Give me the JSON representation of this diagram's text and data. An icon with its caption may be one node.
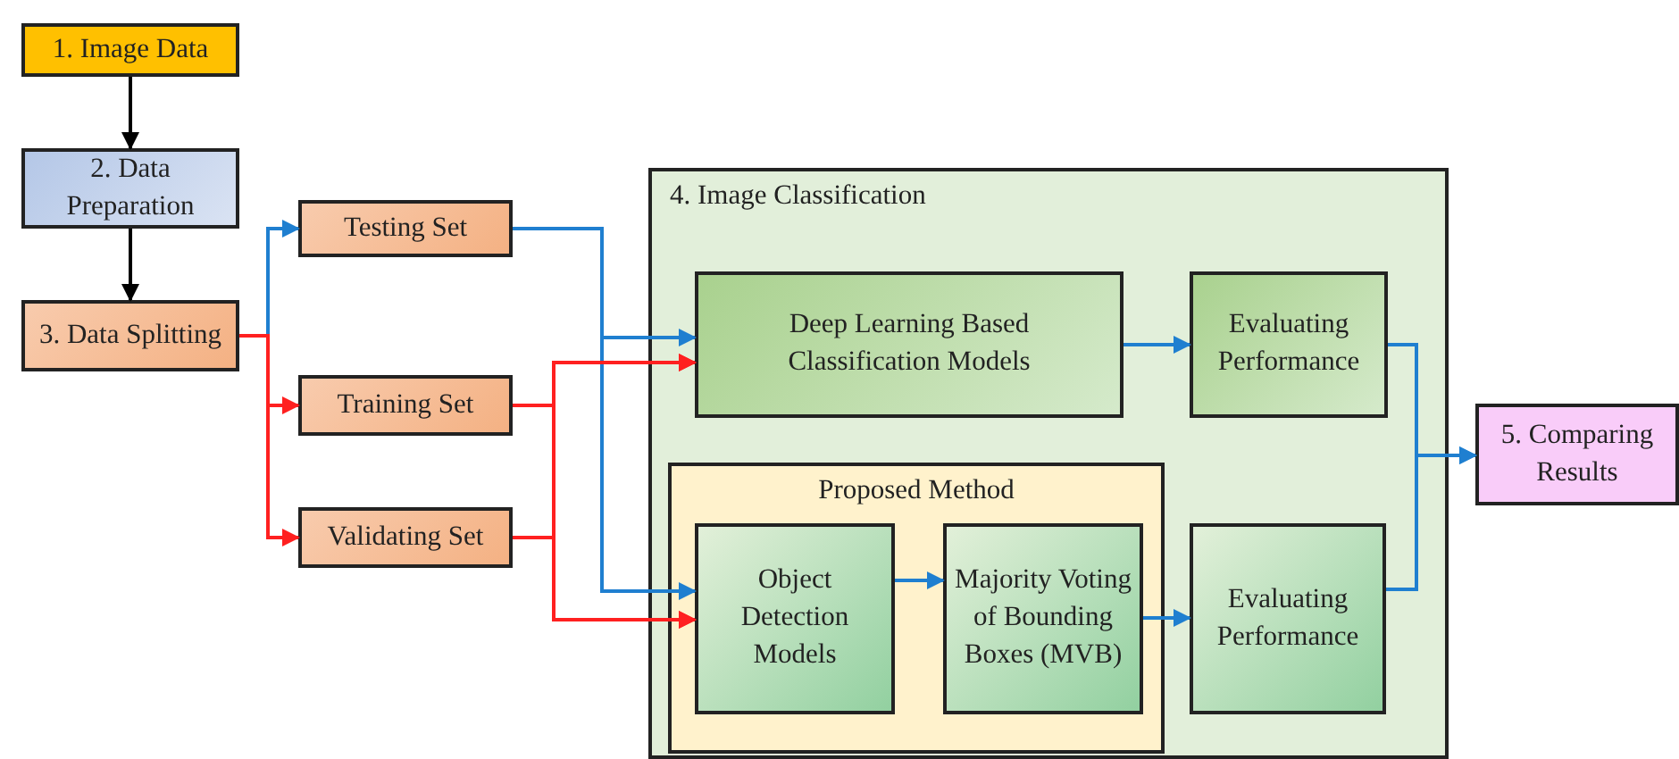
{
  "diagram": {
    "nodes": [
      {
        "text": [
          "1. Image Data"
        ]
      },
      {
        "text": [
          "2. Data Preparation"
        ]
      },
      {
        "text": [
          "3. Data Splitting"
        ]
      },
      {
        "text": [
          "Testing Set"
        ]
      },
      {
        "text": [
          "Training Set"
        ]
      },
      {
        "text": [
          "Validating Set"
        ]
      },
      {
        "text": [
          "4. Image Classification"
        ]
      },
      {
        "text": [
          "Deep Learning Based Classification Models"
        ],
        "in": 6
      },
      {
        "text": [
          "Evaluating Performance"
        ],
        "in": 6
      },
      {
        "text": [
          "Proposed Method"
        ],
        "in": 6
      },
      {
        "text": [
          "Object Detection Models"
        ],
        "in": 9
      },
      {
        "text": [
          "Majority Voting of Bounding Boxes (MVB)"
        ],
        "in": 9
      },
      {
        "text": [
          "Evaluating Performance"
        ],
        "in": 6
      },
      {
        "text": [
          "5. Comparing Results"
        ]
      }
    ],
    "edges": [
      {
        "from": 0,
        "to": 1,
        "arrow": "to",
        "color": "#000000"
      },
      {
        "from": 1,
        "to": 2,
        "arrow": "to",
        "color": "#000000"
      },
      {
        "from": 2,
        "to": 3,
        "arrow": "to"
      },
      {
        "from": 2,
        "to": 4,
        "arrow": "to",
        "color": "#ff2020"
      },
      {
        "from": 2,
        "to": 5,
        "arrow": "to",
        "color": "#ff2020"
      },
      {
        "from": 3,
        "to": 7,
        "arrow": "to"
      },
      {
        "from": 3,
        "to": 10,
        "arrow": "to"
      },
      {
        "from": 4,
        "to": 7,
        "arrow": "to",
        "color": "#ff2020"
      },
      {
        "from": 4,
        "to": 10,
        "arrow": "to",
        "color": "#ff2020"
      },
      {
        "from": 5,
        "to": 7,
        "arrow": "to",
        "color": "#ff2020"
      },
      {
        "from": 5,
        "to": 10,
        "arrow": "to",
        "color": "#ff2020"
      },
      {
        "from": 7,
        "to": 8,
        "arrow": "to"
      },
      {
        "from": 10,
        "to": 11,
        "arrow": "to"
      },
      {
        "from": 11,
        "to": 12,
        "arrow": "to"
      },
      {
        "from": 8,
        "to": 13,
        "arrow": "to"
      },
      {
        "from": 12,
        "to": 13,
        "arrow": "to"
      }
    ]
  }
}
